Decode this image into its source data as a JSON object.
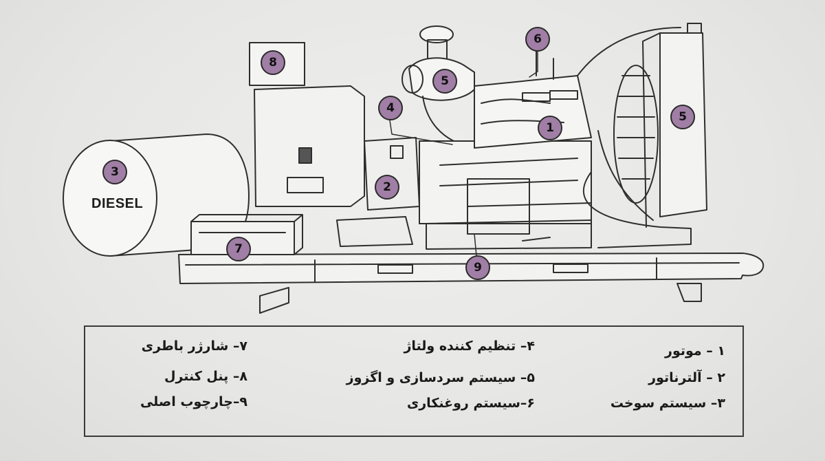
{
  "diagram": {
    "tank_label": "DIESEL",
    "markers": [
      "1",
      "2",
      "3",
      "4",
      "5",
      "5",
      "6",
      "7",
      "8",
      "9"
    ],
    "legend": [
      "۱ – موتور",
      "۲ – آلترناتور",
      "۳– سیستم سوخت",
      "۴– تنظیم کننده ولتاژ",
      "۵– سیستم سردسازی و اگزوز",
      "۶–سیستم روغنکاری",
      "۷– شارژر باطری",
      "۸– پنل کنترل",
      "۹–چارچوب اصلی"
    ]
  },
  "colors": {
    "marker_fill": "#a07ea5",
    "line": "#2b2b2b",
    "background": "#e7e7e5"
  }
}
